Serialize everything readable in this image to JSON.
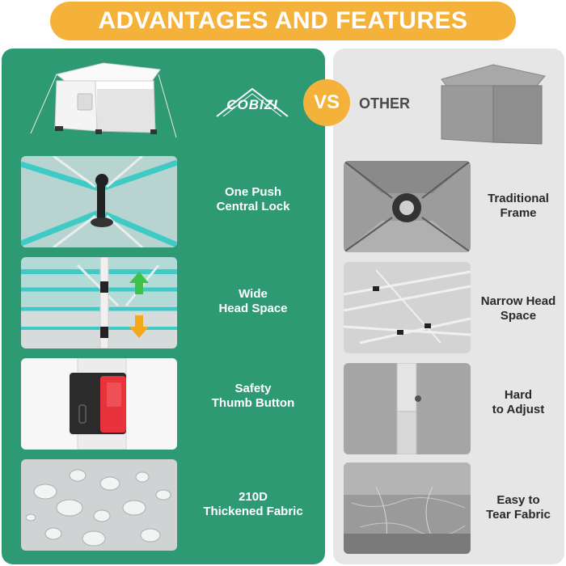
{
  "header": {
    "title": "ADVANTAGES AND FEATURES"
  },
  "brand": {
    "name": "COBIZI"
  },
  "comparison": {
    "vs_label": "VS",
    "other_label": "OTHER"
  },
  "features": [
    {
      "line1": "One Push",
      "line2": "Central Lock",
      "icon": "central-lock-photo"
    },
    {
      "line1": "Wide",
      "line2": "Head Space",
      "icon": "head-space-photo"
    },
    {
      "line1": "Safety",
      "line2": "Thumb Button",
      "icon": "thumb-button-photo"
    },
    {
      "line1": "210D",
      "line2": "Thickened Fabric",
      "icon": "fabric-photo"
    }
  ],
  "other_features": [
    {
      "line1": "Traditional",
      "line2": "Frame"
    },
    {
      "line1": "Narrow Head",
      "line2": "Space"
    },
    {
      "line1": "Hard",
      "line2": "to Adjust"
    },
    {
      "line1": "Easy to",
      "line2": "Tear Fabric"
    }
  ],
  "colors": {
    "accent": "#f4b23a",
    "left_panel": "#2e9a73",
    "right_panel": "#e6e6e6",
    "arrow_up": "#3ec24a",
    "arrow_down": "#f4a81c",
    "button_red": "#e8323c"
  }
}
